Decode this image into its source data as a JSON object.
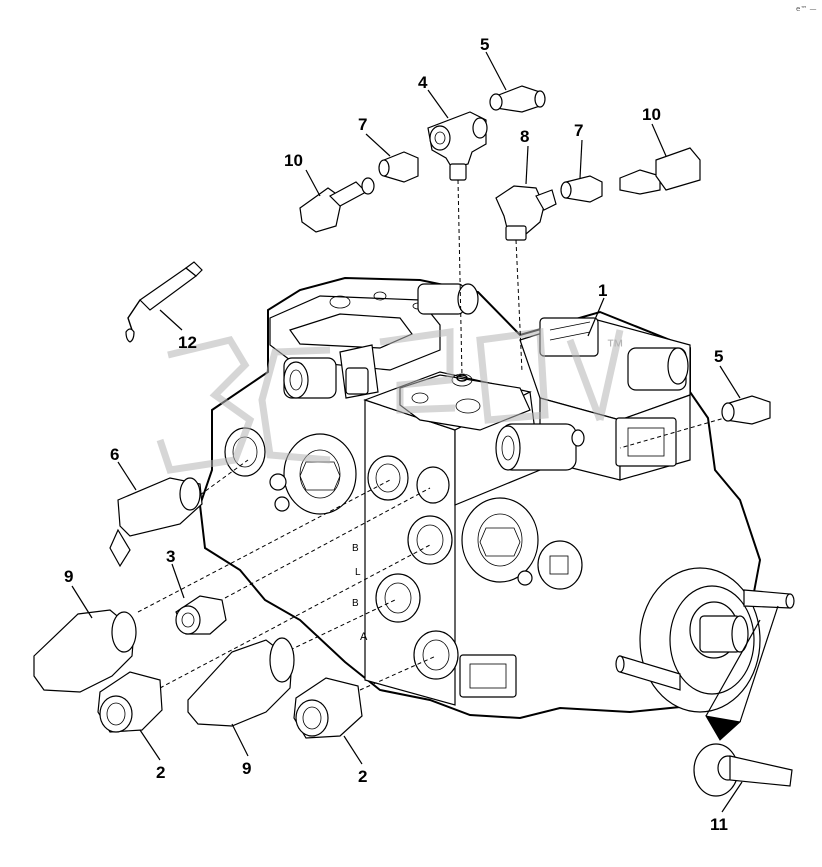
{
  "corner_mark": "e™ —",
  "watermark": {
    "text": "3C",
    "trademark": "™"
  },
  "callouts": [
    {
      "id": "c1",
      "text": "1"
    },
    {
      "id": "c2a",
      "text": "2"
    },
    {
      "id": "c2b",
      "text": "2"
    },
    {
      "id": "c3",
      "text": "3"
    },
    {
      "id": "c4",
      "text": "4"
    },
    {
      "id": "c5a",
      "text": "5"
    },
    {
      "id": "c5b",
      "text": "5"
    },
    {
      "id": "c6",
      "text": "6"
    },
    {
      "id": "c7a",
      "text": "7"
    },
    {
      "id": "c7b",
      "text": "7"
    },
    {
      "id": "c8",
      "text": "8"
    },
    {
      "id": "c9a",
      "text": "9"
    },
    {
      "id": "c9b",
      "text": "9"
    },
    {
      "id": "c10a",
      "text": "10"
    },
    {
      "id": "c10b",
      "text": "10"
    },
    {
      "id": "c11",
      "text": "11"
    },
    {
      "id": "c12",
      "text": "12"
    }
  ],
  "port_labels": {
    "a": "A",
    "b": "B",
    "l": "L",
    "b2": "B"
  }
}
